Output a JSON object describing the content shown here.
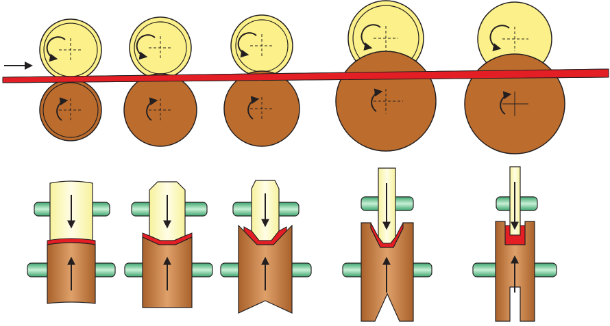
{
  "diagram": {
    "stand_count": 5,
    "feed_direction": "left-to-right",
    "colors": {
      "upper_roll": "#fbf089",
      "lower_roll": "#bc6d2e",
      "strip": "#e31e24",
      "upper_die": "#fefbc2",
      "lower_die": "#c0763a",
      "shaft": "#5bbf86",
      "outline": "#231f20"
    },
    "stands": [
      {
        "id": "stand-1",
        "profile": "flat"
      },
      {
        "id": "stand-2",
        "profile": "shallow-v"
      },
      {
        "id": "stand-3",
        "profile": "trapezoid"
      },
      {
        "id": "stand-4",
        "profile": "deep-channel"
      },
      {
        "id": "stand-5",
        "profile": "narrow-channel"
      }
    ]
  }
}
